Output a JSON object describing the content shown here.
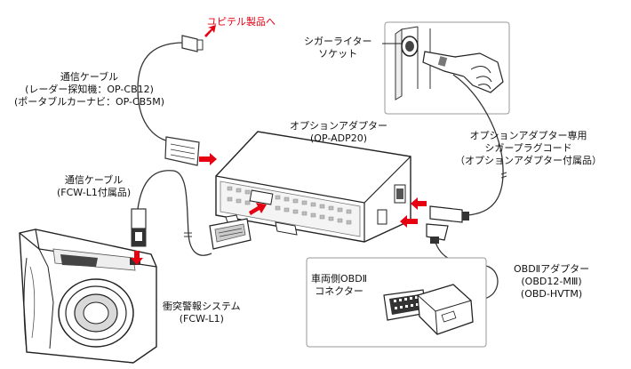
{
  "labels": {
    "yupiteru_link": "ユピテル製品へ",
    "cigar_socket": [
      "シガーライター",
      "ソケット"
    ],
    "comm_cable_top": [
      "通信ケーブル",
      "(レーダー探知機：OP-CB12)",
      "(ポータブルカーナビ：OP-CB5M)"
    ],
    "adapter": [
      "オプションアダプター",
      "(OP-ADP20)"
    ],
    "plug_cord": [
      "オプションアダプター専用",
      "シガープラグコード",
      "（オプションアダプター付属品）"
    ],
    "comm_cable_fcw": [
      "通信ケーブル",
      "(FCW-L1付属品)"
    ],
    "vehicle_obd": [
      "車両側OBDⅡ",
      "コネクター"
    ],
    "obd_adapter": [
      "OBDⅡアダプター",
      "(OBD12-MⅢ)",
      "(OBD-HVTM)"
    ],
    "fcw_system": [
      "衝突警報システム",
      "(FCW-L1)"
    ]
  },
  "colors": {
    "arrow": "#e60012",
    "line": "#333333",
    "frame": "#9a9a9a",
    "device_fill": "#ffffff",
    "shade": "#d9d9d9"
  }
}
